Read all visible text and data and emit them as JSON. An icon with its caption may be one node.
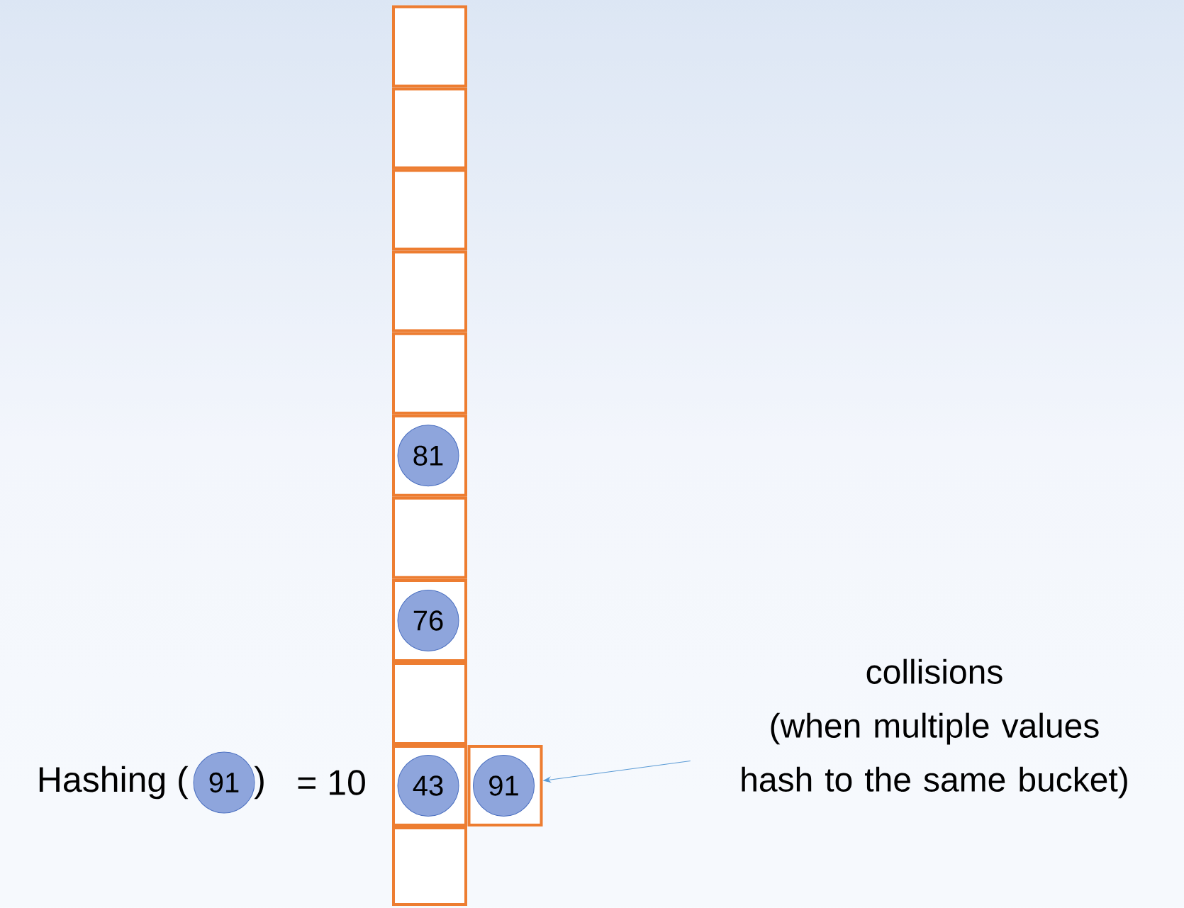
{
  "diagram": {
    "nodes": [
      {
        "text": [],
        "shape": "box"
      },
      {
        "text": [],
        "shape": "box"
      },
      {
        "text": [],
        "shape": "box"
      },
      {
        "text": [],
        "shape": "box"
      },
      {
        "text": [],
        "shape": "box"
      },
      {
        "text": [],
        "shape": "box"
      },
      {
        "text": [
          "81"
        ],
        "in": 5
      },
      {
        "text": [],
        "shape": "box"
      },
      {
        "text": [],
        "shape": "box"
      },
      {
        "text": [
          "76"
        ],
        "in": 8
      },
      {
        "text": [],
        "shape": "box"
      },
      {
        "text": [
          "collisions",
          "(when multiple values hash to the same bucket)"
        ]
      },
      {
        "text": [
          "91"
        ],
        "beside": [
          "Hashing (",
          ")",
          "= 10"
        ]
      },
      {
        "text": [],
        "shape": "box"
      },
      {
        "text": [
          "43"
        ],
        "in": 13
      },
      {
        "text": [],
        "shape": "box"
      },
      {
        "text": [
          "91"
        ],
        "in": 15
      },
      {
        "text": [],
        "shape": "box"
      }
    ],
    "edges": [
      {
        "from": 11,
        "to": 15,
        "arrow": "to"
      }
    ]
  }
}
